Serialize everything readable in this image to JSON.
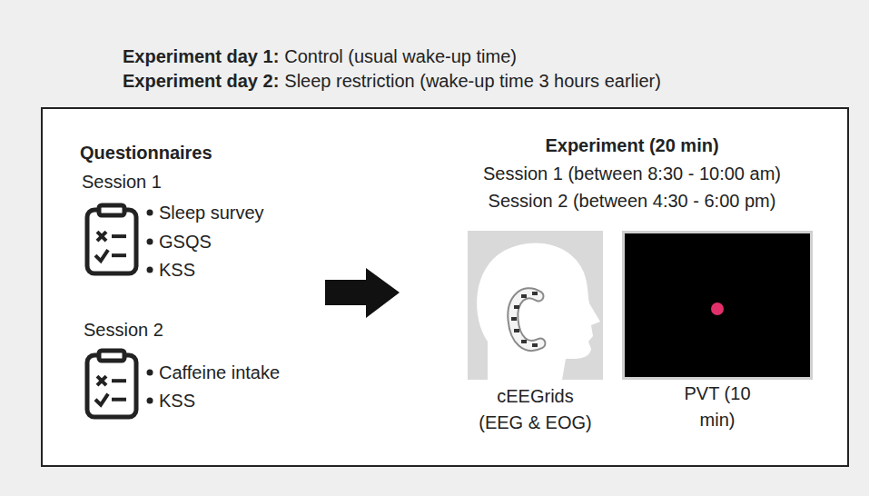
{
  "diagram": {
    "nodes": [
      {
        "text": [
          "Questionnaires",
          "Session 1",
          "Sleep survey",
          "GSQS",
          "KSS",
          "Session 2",
          "Caffeine intake",
          "KSS",
          "Experiment (20 min)",
          "Session 1 (between 8:30 - 10:00 am)",
          "Session 2 (between 4:30 - 6:00 pm)"
        ]
      },
      {
        "text": [
          "cEEGrids (EEG & EOG)"
        ],
        "in": 0
      },
      {
        "text": [
          "PVT (10 min)"
        ],
        "in": 0
      }
    ],
    "labels": [
      "Experiment day 1:",
      "Control (usual wake-up time)",
      "Experiment day 2:",
      "Sleep restriction (wake-up time 3 hours earlier)"
    ]
  }
}
